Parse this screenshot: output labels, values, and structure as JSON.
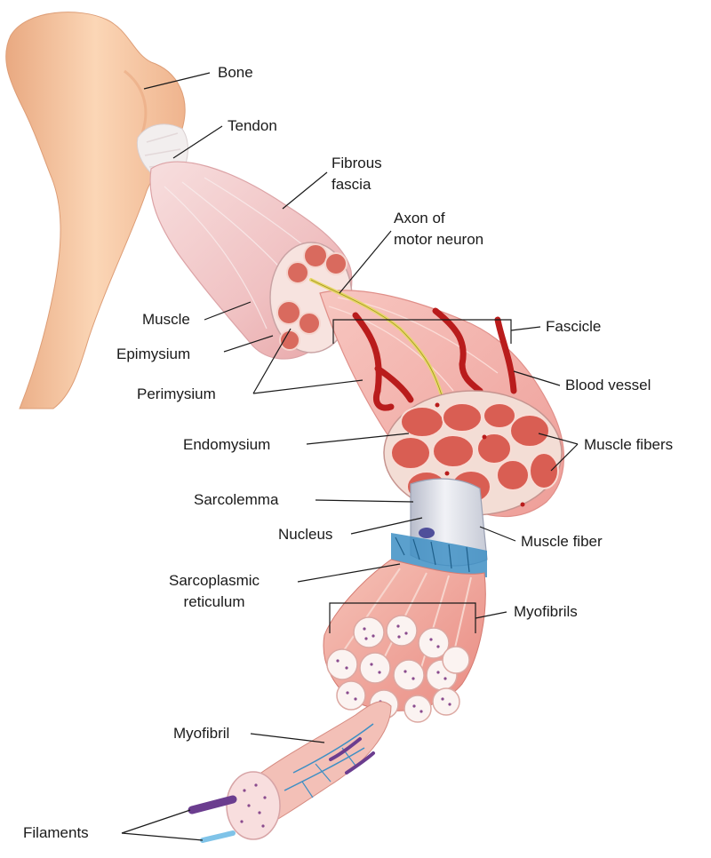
{
  "labels": {
    "bone": "Bone",
    "tendon": "Tendon",
    "fibrous_fascia": [
      "Fibrous",
      "fascia"
    ],
    "axon": [
      "Axon of",
      "motor neuron"
    ],
    "fascicle": "Fascicle",
    "muscle": "Muscle",
    "epimysium": "Epimysium",
    "perimysium": "Perimysium",
    "blood_vessel": "Blood vessel",
    "endomysium": "Endomysium",
    "muscle_fibers": "Muscle fibers",
    "sarcolemma": "Sarcolemma",
    "nucleus": "Nucleus",
    "muscle_fiber": "Muscle fiber",
    "sarcoplasmic_reticulum": [
      "Sarcoplasmic",
      "reticulum"
    ],
    "myofibrils": "Myofibrils",
    "myofibril": "Myofibril",
    "filaments": "Filaments"
  },
  "colors": {
    "bone": "#f7c9a4",
    "muscle": "#f1b7b5",
    "fascicle_pink": "#f4a6a2",
    "fiber_red": "#d9574f",
    "blood_vessel": "#b91c1c",
    "axon": "#e8d86a",
    "sarcolemma": "#d8dbe3",
    "reticulum_blue": "#3e8fc4",
    "filament_purple": "#6b3d8f",
    "filament_blue": "#7fc3e8"
  }
}
